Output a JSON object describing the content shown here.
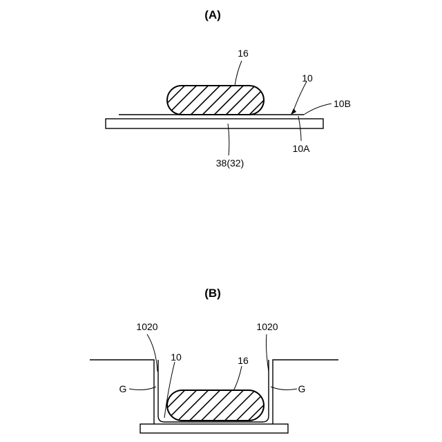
{
  "panel_a": {
    "title": "(A)",
    "label_16": "16",
    "label_10": "10",
    "label_10b": "10B",
    "label_10a": "10A",
    "label_38_32": "38(32)"
  },
  "panel_b": {
    "title": "(B)",
    "label_1020_left": "1020",
    "label_1020_right": "1020",
    "label_10": "10",
    "label_16": "16",
    "label_g_left": "G",
    "label_g_right": "G"
  },
  "style": {
    "line_color": "#000000",
    "background": "#ffffff"
  }
}
